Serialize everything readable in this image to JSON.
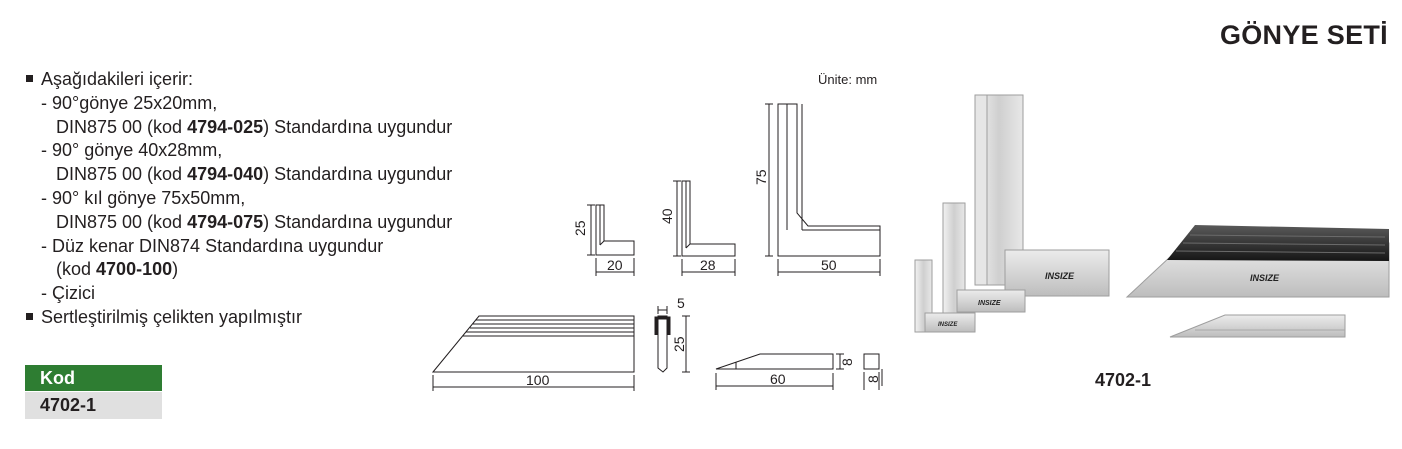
{
  "title": "GÖNYE SETİ",
  "features": {
    "contents_heading": "Aşağıdakileri içerir:",
    "item1_line1": "- 90°gönye 25x20mm,",
    "item1_line2_pre": "DIN875 00 (kod ",
    "item1_code": "4794-025",
    "item1_line2_post": ") Standardına uygundur",
    "item2_line1": "- 90° gönye 40x28mm,",
    "item2_line2_pre": "DIN875 00 (kod ",
    "item2_code": "4794-040",
    "item2_line2_post": ") Standardına uygundur",
    "item3_line1": "- 90° kıl gönye 75x50mm,",
    "item3_line2_pre": "DIN875 00 (kod ",
    "item3_code": "4794-075",
    "item3_line2_post": ") Standardına uygundur",
    "item4_line1": "- Düz kenar DIN874 Standardına uygundur",
    "item4_line2_pre": "(kod ",
    "item4_code": "4700-100",
    "item4_line2_post": ")",
    "item5": "- Çizici",
    "hardened": "Sertleştirilmiş çelikten yapılmıştır"
  },
  "code_table": {
    "header": "Kod",
    "value": "4702-1"
  },
  "drawings": {
    "unit": "Ünite: mm",
    "square1_height": "25",
    "square1_width": "20",
    "square2_height": "40",
    "square2_width": "28",
    "square3_height": "75",
    "square3_width": "50",
    "straightedge_length": "100",
    "profile_width": "5",
    "profile_height": "25",
    "scriber_length": "60",
    "scriber_height": "8",
    "end_width": "8"
  },
  "photo": {
    "caption": "4702-1",
    "brand": "INSIZE"
  }
}
